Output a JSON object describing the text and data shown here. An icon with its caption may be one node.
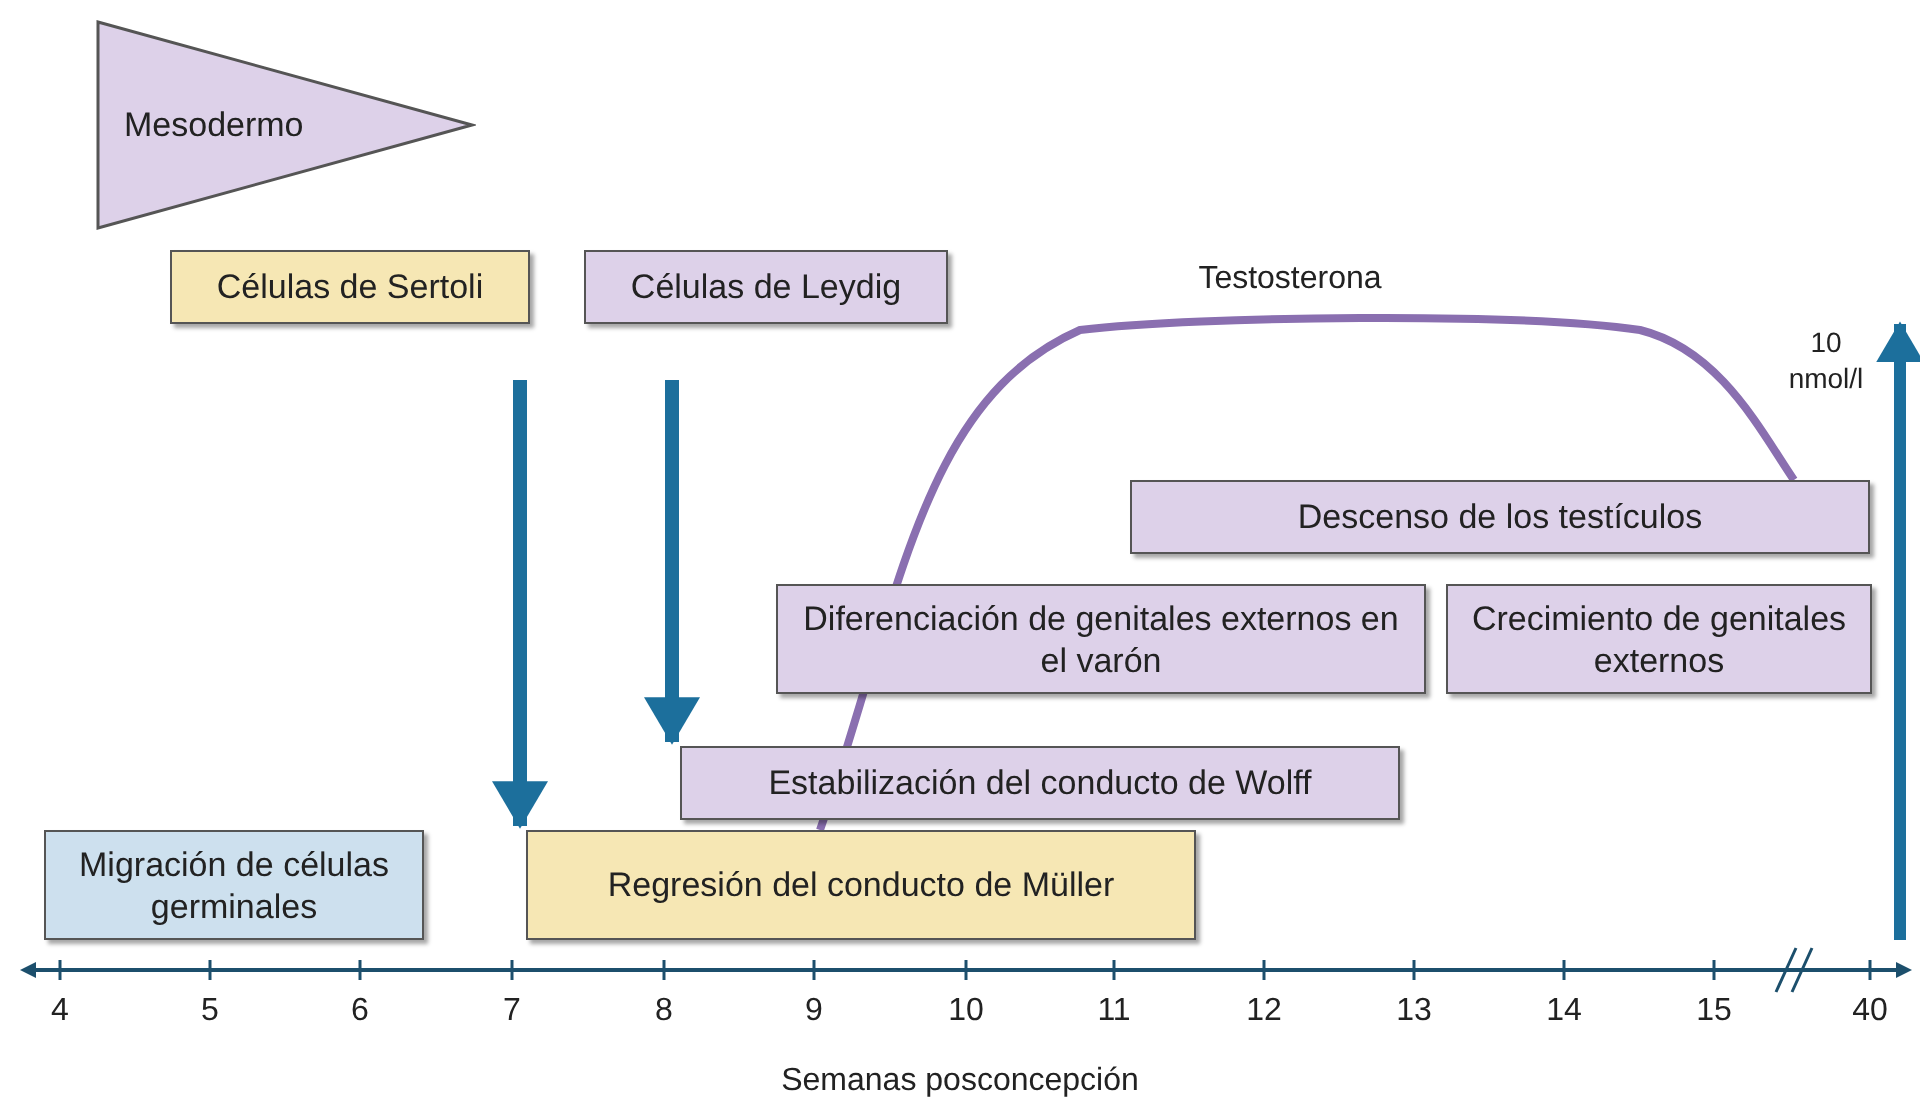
{
  "diagram": {
    "nodes": [
      {
        "text": [
          "Mesodermo"
        ]
      },
      {
        "text": [
          "Células de Sertoli"
        ]
      },
      {
        "text": [
          "Células de Leydig"
        ]
      },
      {
        "text": [
          "Descenso de los testículos"
        ]
      },
      {
        "text": [
          "Diferenciación de genitales externos en el varón"
        ]
      },
      {
        "text": [
          "Crecimiento de genitales externos"
        ]
      },
      {
        "text": [
          "Estabilización del conducto de Wolff"
        ]
      },
      {
        "text": [
          "Migración de células germinales"
        ]
      },
      {
        "text": [
          "Regresión del conducto de Müller"
        ]
      }
    ],
    "edges": [
      {
        "from": 1,
        "to": 8,
        "arrow": "to"
      },
      {
        "from": 2,
        "to": 6,
        "arrow": "to"
      }
    ],
    "labels": [
      "Testosterona",
      "10 nmol/l",
      "4",
      "5",
      "6",
      "7",
      "8",
      "9",
      "10",
      "11",
      "12",
      "13",
      "14",
      "15",
      "40",
      "Semanas posconcepción"
    ]
  }
}
